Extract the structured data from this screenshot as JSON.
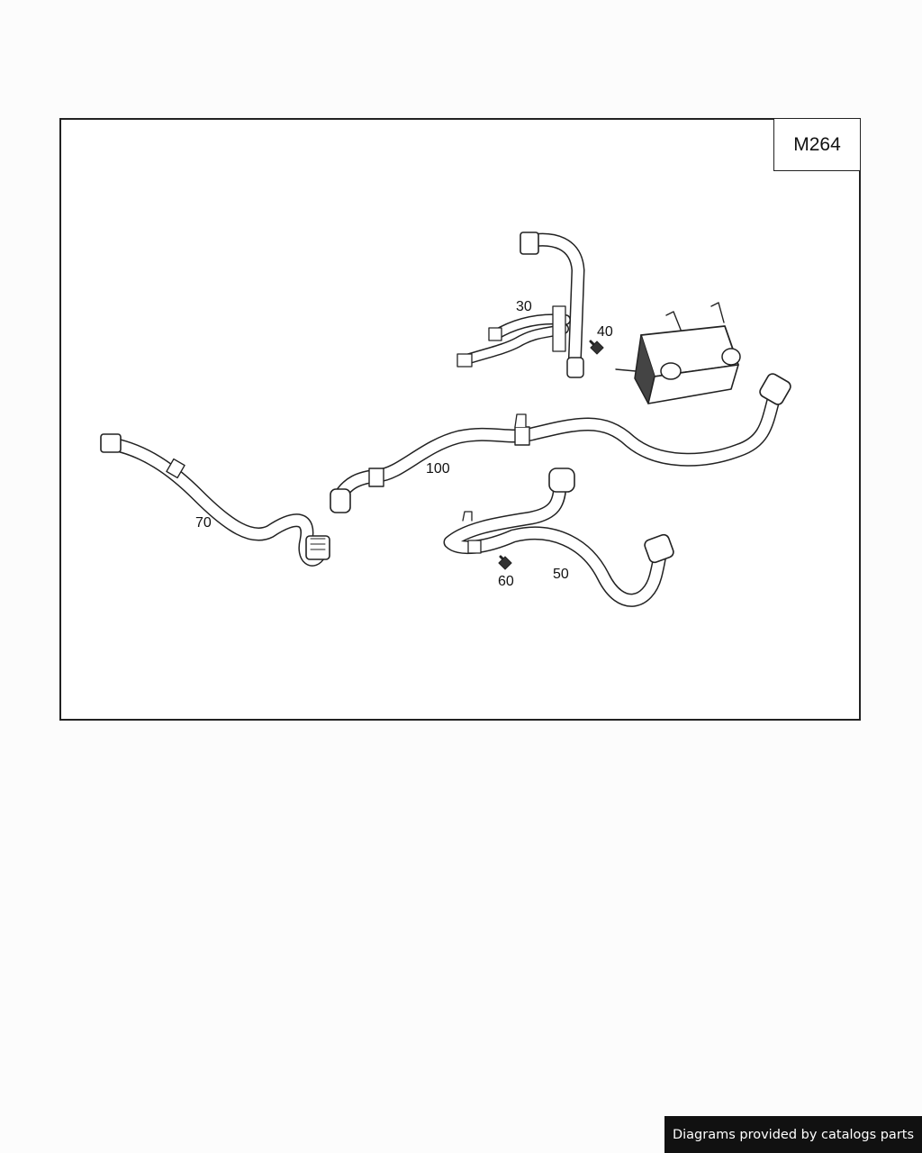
{
  "diagram": {
    "engine_code": "M264",
    "callouts": {
      "p30": "30",
      "p40": "40",
      "p50": "50",
      "p60": "60",
      "p70": "70",
      "p100": "100"
    }
  },
  "footer": {
    "credit": "Diagrams provided by catalogs parts"
  }
}
